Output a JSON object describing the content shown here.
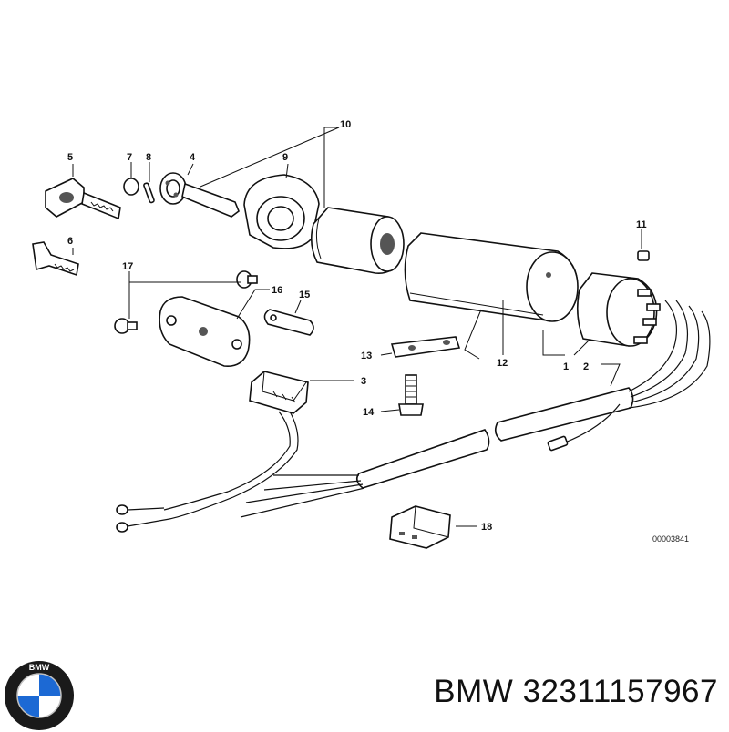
{
  "diagram": {
    "callouts": [
      {
        "id": "c1",
        "text": "1"
      },
      {
        "id": "c2",
        "text": "2"
      },
      {
        "id": "c3",
        "text": "3"
      },
      {
        "id": "c4",
        "text": "4"
      },
      {
        "id": "c5",
        "text": "5"
      },
      {
        "id": "c6",
        "text": "6"
      },
      {
        "id": "c7",
        "text": "7"
      },
      {
        "id": "c8",
        "text": "8"
      },
      {
        "id": "c9",
        "text": "9"
      },
      {
        "id": "c10",
        "text": "10"
      },
      {
        "id": "c11",
        "text": "11"
      },
      {
        "id": "c12",
        "text": "12"
      },
      {
        "id": "c13",
        "text": "13"
      },
      {
        "id": "c14",
        "text": "14"
      },
      {
        "id": "c15",
        "text": "15"
      },
      {
        "id": "c16",
        "text": "16"
      },
      {
        "id": "c17",
        "text": "17"
      },
      {
        "id": "c18",
        "text": "18"
      }
    ],
    "drawing_number": "00003841"
  },
  "footer": {
    "brand": "BMW",
    "part_number": "32311157967",
    "logo_letters": "BMW",
    "logo_colors": {
      "blue": "#1c69d4",
      "white": "#ffffff",
      "ring": "#1a1a1a"
    }
  }
}
